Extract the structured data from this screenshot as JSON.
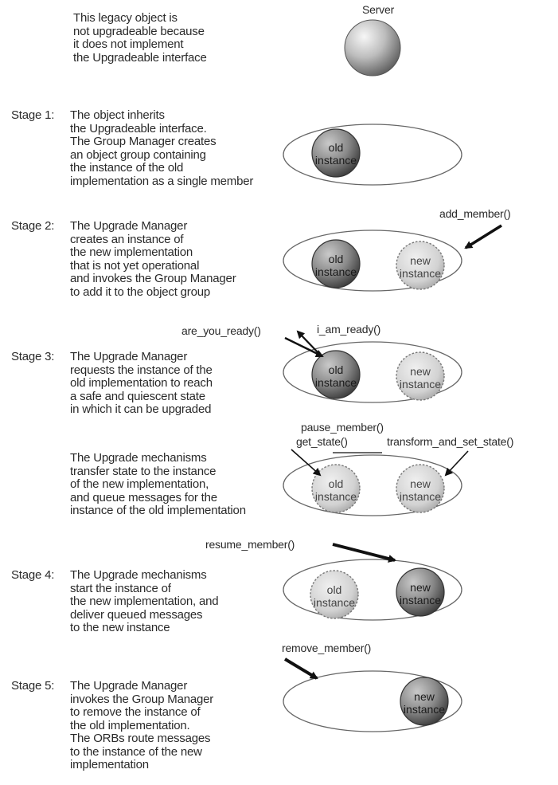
{
  "server_label": "Server",
  "legacy_text": "This legacy object is\nnot upgradeable because\nit does not implement\nthe Upgradeable interface",
  "stages": {
    "s1": {
      "label": "Stage 1:",
      "text": "The object inherits\nthe Upgradeable interface.\nThe Group Manager creates\nan object group containing\nthe instance of the old\nimplementation as a single member"
    },
    "s2": {
      "label": "Stage 2:",
      "text": "The Upgrade Manager\ncreates an instance of\nthe new implementation\nthat is not yet operational\nand invokes the Group Manager\nto add it to the object group"
    },
    "s3": {
      "label": "Stage 3:",
      "text": "The Upgrade Manager\nrequests the instance of the\nold implementation to reach\na safe and quiescent state\nin which it can be upgraded"
    },
    "s3b": {
      "text": "The Upgrade mechanisms\ntransfer state to the instance\nof the new implementation,\nand queue messages for the\ninstance of the old implementation"
    },
    "s4": {
      "label": "Stage 4:",
      "text": "The Upgrade mechanisms\nstart the instance of\nthe new implementation, and\ndeliver queued messages\nto the new instance"
    },
    "s5": {
      "label": "Stage 5:",
      "text": "The Upgrade Manager\ninvokes the Group Manager\nto remove the instance of\nthe old implementation.\nThe ORBs route messages\nto the instance of the new\nimplementation"
    }
  },
  "calls": {
    "add_member": "add_member()",
    "are_you_ready": "are_you_ready()",
    "i_am_ready": "i_am_ready()",
    "pause_member": "pause_member()",
    "get_state": "get_state()",
    "transform_and_set_state": "transform_and_set_state()",
    "resume_member": "resume_member()",
    "remove_member": "remove_member()"
  },
  "instance_labels": {
    "old_line1": "old",
    "old_line2": "instance",
    "new_line1": "new",
    "new_line2": "instance"
  }
}
